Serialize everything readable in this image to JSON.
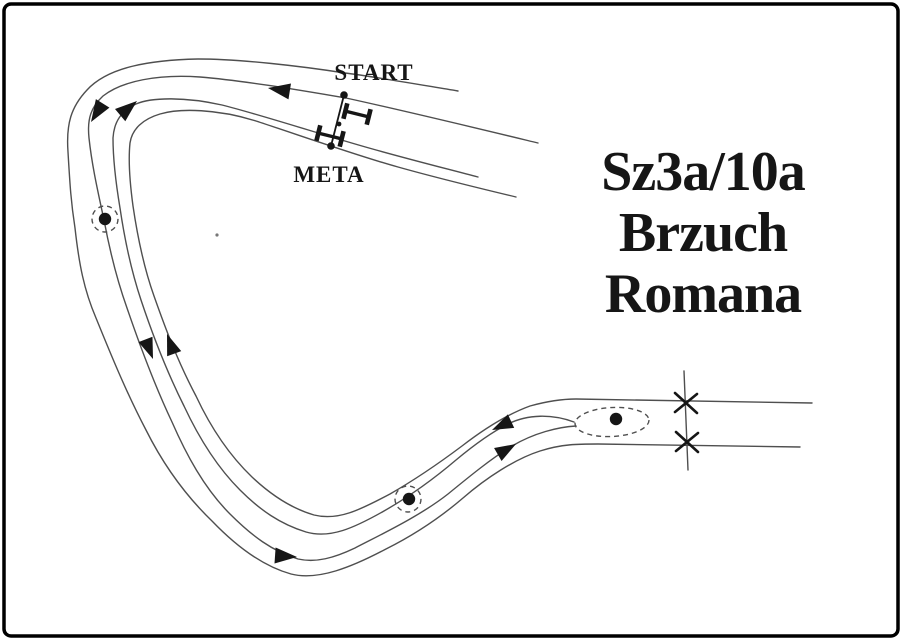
{
  "title": {
    "line1": "Sz3a/10a",
    "line2": "Brzuch",
    "line3": "Romana"
  },
  "labels": {
    "start": "START",
    "finish": "META"
  },
  "colors": {
    "background": "#ffffff",
    "track": "#4f4f4f",
    "ink": "#161616",
    "border": "#000000"
  },
  "course": {
    "control_point_count": 3,
    "direction_arrow_count": 8,
    "crossing_mark_count": 2,
    "timing_gate_count": 2
  }
}
